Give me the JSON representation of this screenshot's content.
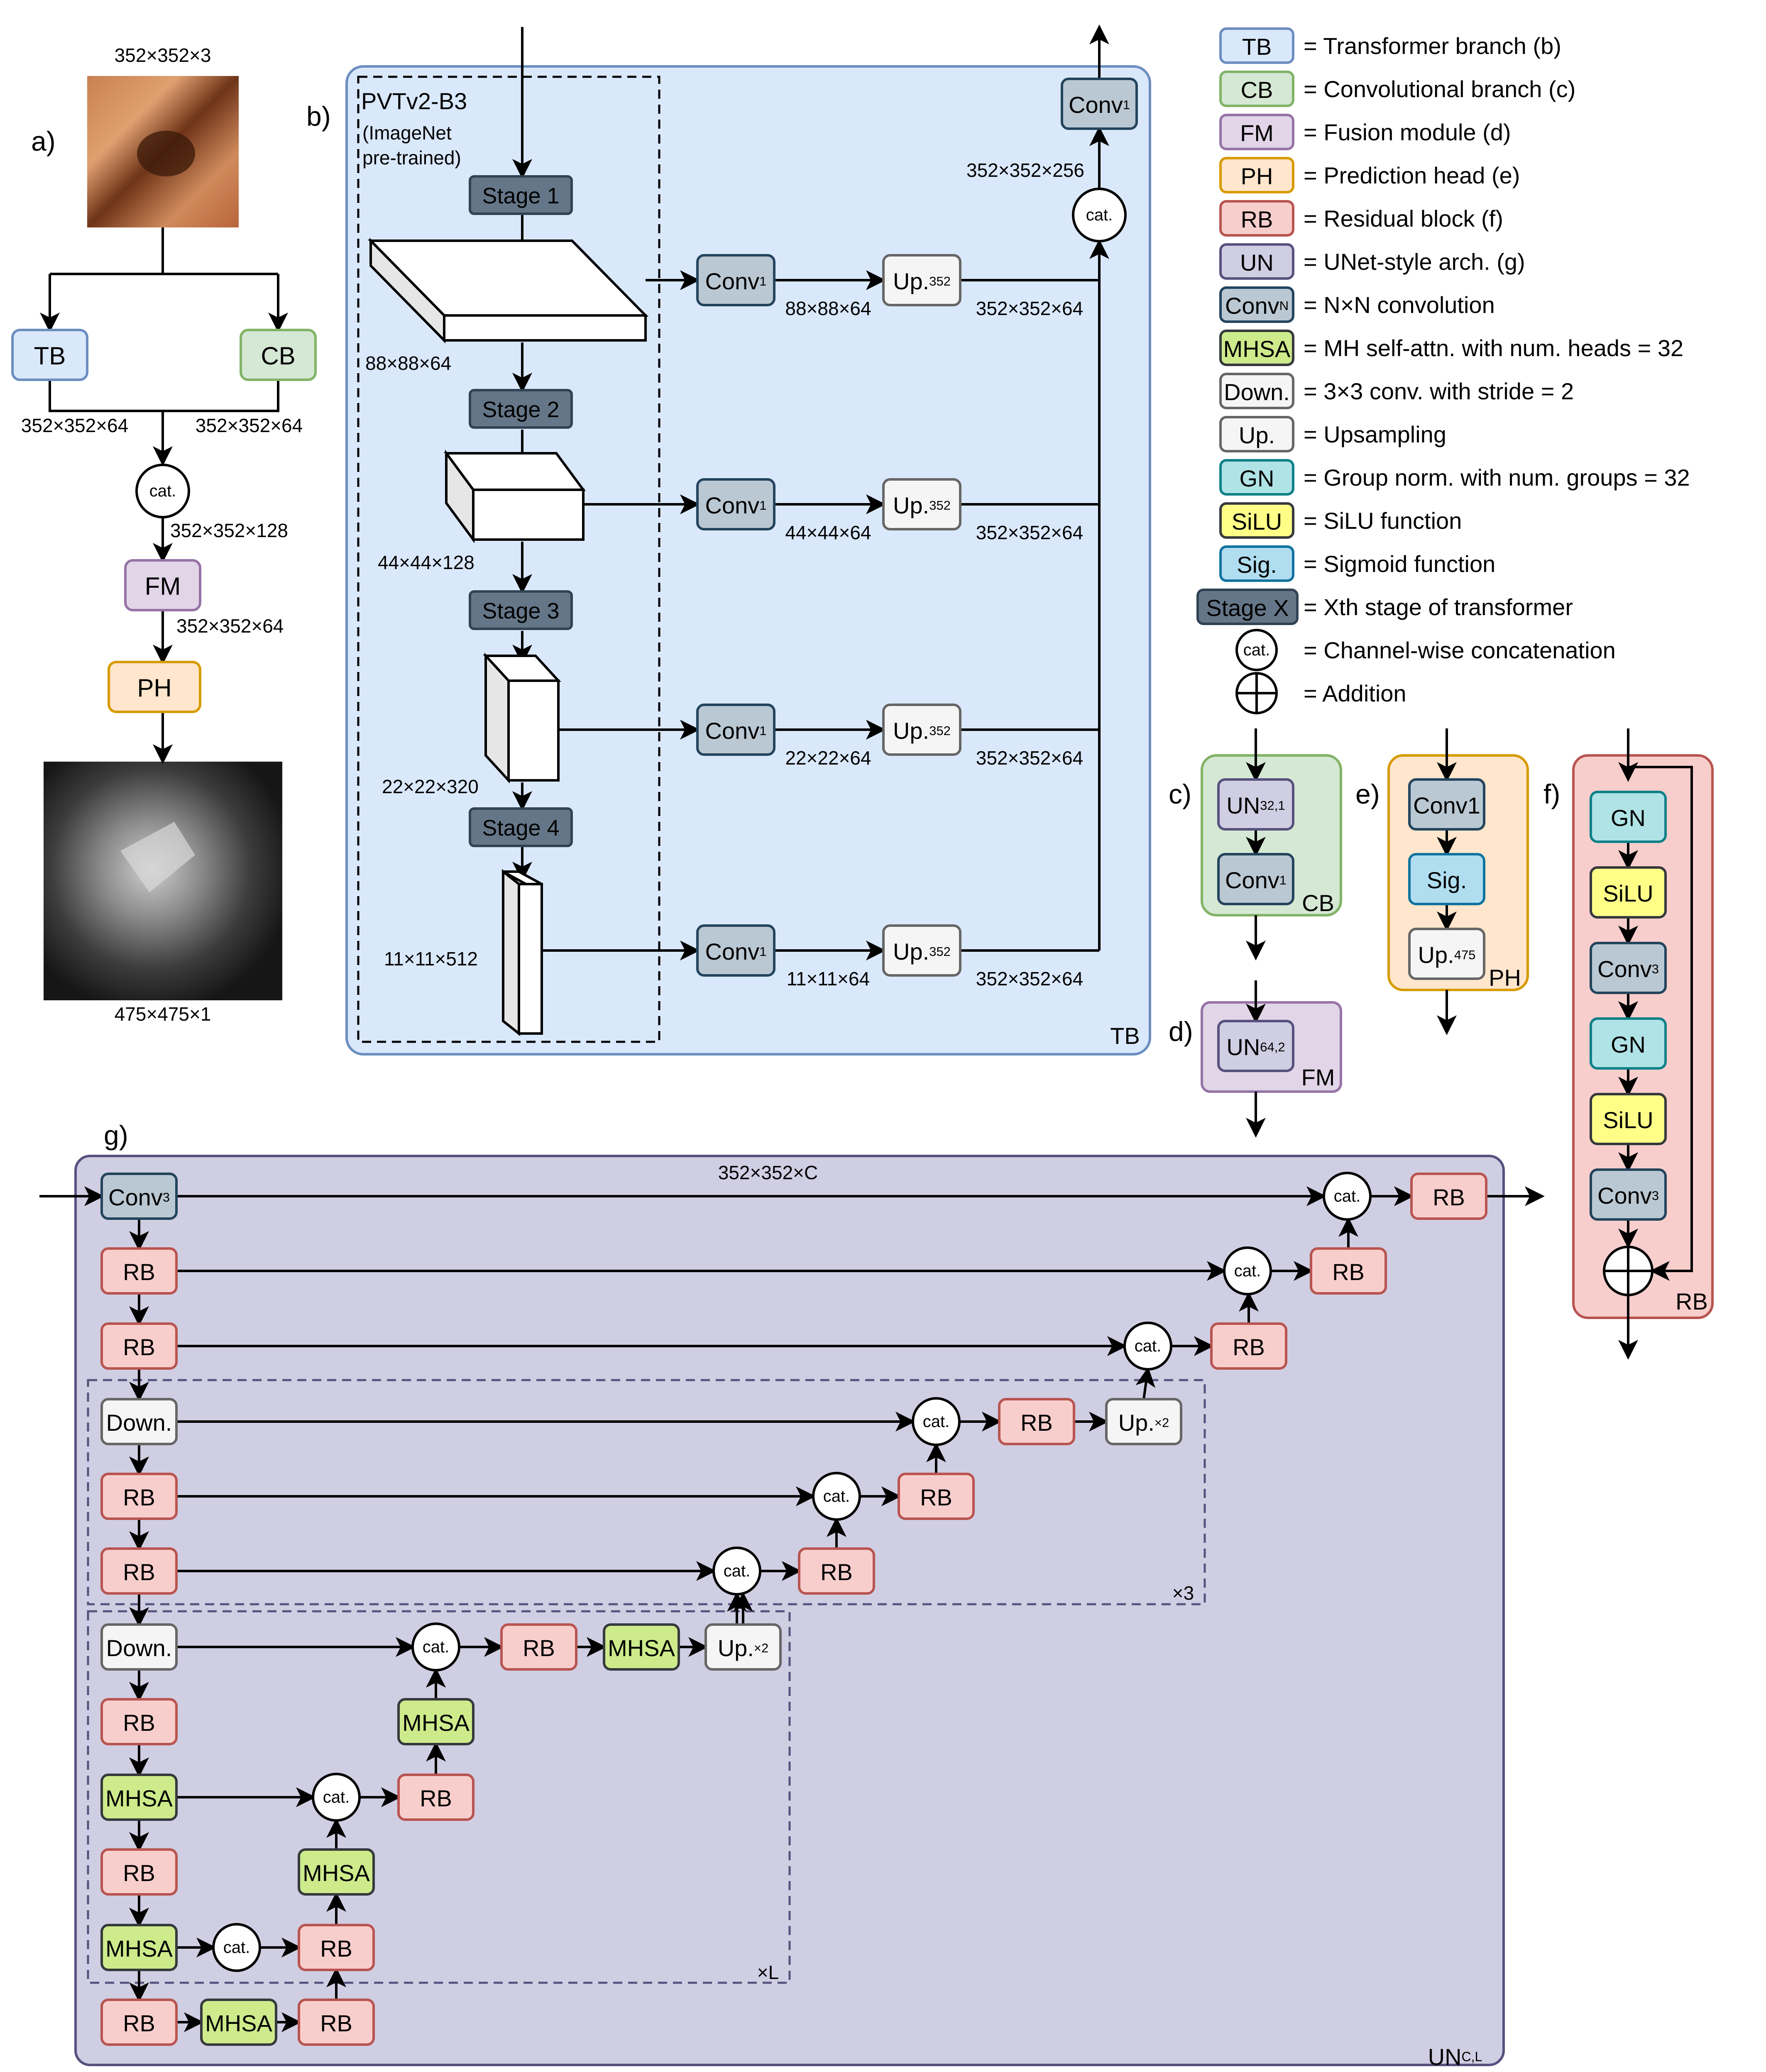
{
  "colors": {
    "TB": {
      "fill": "#dae8fc",
      "stroke": "#6c8ebf"
    },
    "CB": {
      "fill": "#d5e8d4",
      "stroke": "#82b366"
    },
    "FM": {
      "fill": "#e1d5e7",
      "stroke": "#9673a6"
    },
    "PH": {
      "fill": "#ffe6cc",
      "stroke": "#d79b00"
    },
    "RB": {
      "fill": "#f8cecc",
      "stroke": "#b85450"
    },
    "UN": {
      "fill": "#d0cee2",
      "stroke": "#56517e"
    },
    "CONV": {
      "fill": "#bac8d3",
      "stroke": "#23445d"
    },
    "MHSA": {
      "fill": "#cdeb8b",
      "stroke": "#36393d"
    },
    "DOWN": {
      "fill": "#f5f5f5",
      "stroke": "#666666"
    },
    "UP": {
      "fill": "#f5f5f5",
      "stroke": "#666666"
    },
    "GN": {
      "fill": "#b0e3e6",
      "stroke": "#0e8088"
    },
    "SILU": {
      "fill": "#ffff88",
      "stroke": "#36393d"
    },
    "SIG": {
      "fill": "#b1ddf0",
      "stroke": "#10739e"
    },
    "STAGE": {
      "fill": "#647687",
      "stroke": "#314354"
    }
  },
  "legend": [
    {
      "key": "TB",
      "label": "TB",
      "text": "= Transformer branch (b)"
    },
    {
      "key": "CB",
      "label": "CB",
      "text": "= Convolutional branch (c)"
    },
    {
      "key": "FM",
      "label": "FM",
      "text": "= Fusion module (d)"
    },
    {
      "key": "PH",
      "label": "PH",
      "text": "= Prediction head (e)"
    },
    {
      "key": "RB",
      "label": "RB",
      "text": "= Residual block (f)"
    },
    {
      "key": "UN",
      "label": "UN",
      "text": "= UNet-style arch. (g)"
    },
    {
      "key": "CONV",
      "label": "Conv",
      "sub": "N",
      "text": "= N×N convolution"
    },
    {
      "key": "MHSA",
      "label": "MHSA",
      "text": "= MH self-attn. with num. heads = 32"
    },
    {
      "key": "DOWN",
      "label": "Down.",
      "text": "= 3×3 conv. with stride = 2"
    },
    {
      "key": "UP",
      "label": "Up.",
      "text": "= Upsampling"
    },
    {
      "key": "GN",
      "label": "GN",
      "text": "= Group norm. with num. groups = 32"
    },
    {
      "key": "SILU",
      "label": "SiLU",
      "text": "= SiLU function"
    },
    {
      "key": "SIG",
      "label": "Sig.",
      "text": "= Sigmoid function"
    },
    {
      "key": "STAGE",
      "label": "Stage X",
      "text": "= Xth stage of transformer"
    },
    {
      "key": "CAT",
      "label": "cat.",
      "text": "= Channel-wise concatenation"
    },
    {
      "key": "ADD",
      "label": "",
      "text": "= Addition"
    }
  ],
  "panel_a": {
    "label": "a)",
    "input_dim": "352×352×3",
    "tb": "TB",
    "cb": "CB",
    "tb_dim": "352×352×64",
    "cb_dim": "352×352×64",
    "cat": "cat.",
    "cat_dim": "352×352×128",
    "fm": "FM",
    "fm_dim": "352×352×64",
    "ph": "PH",
    "output_dim": "475×475×1"
  },
  "panel_b": {
    "label": "b)",
    "backbone": "PVTv2-B3",
    "pretrained_1": "(ImageNet",
    "pretrained_2": "pre-trained)",
    "corner": "TB",
    "stages": [
      {
        "label": "Stage 1",
        "feat": "88×88×64",
        "conv": "Conv",
        "conv_sub": "1",
        "up": "Up.",
        "up_sub": "352",
        "mid": "88×88×64",
        "out": "352×352×64"
      },
      {
        "label": "Stage 2",
        "feat": "44×44×128",
        "conv": "Conv",
        "conv_sub": "1",
        "up": "Up.",
        "up_sub": "352",
        "mid": "44×44×64",
        "out": "352×352×64"
      },
      {
        "label": "Stage 3",
        "feat": "22×22×320",
        "conv": "Conv",
        "conv_sub": "1",
        "up": "Up.",
        "up_sub": "352",
        "mid": "22×22×64",
        "out": "352×352×64"
      },
      {
        "label": "Stage 4",
        "feat": "11×11×512",
        "conv": "Conv",
        "conv_sub": "1",
        "up": "Up.",
        "up_sub": "352",
        "mid": "11×11×64",
        "out": "352×352×64"
      }
    ],
    "cat": "cat.",
    "cat_dim": "352×352×256",
    "final_conv": "Conv",
    "final_conv_sub": "1"
  },
  "panel_c": {
    "label": "c)",
    "un": "UN",
    "un_sub": "32,1",
    "conv": "Conv",
    "conv_sub": "1",
    "corner": "CB"
  },
  "panel_d": {
    "label": "d)",
    "un": "UN",
    "un_sub": "64,2",
    "corner": "FM"
  },
  "panel_e": {
    "label": "e)",
    "conv": "Conv1",
    "sig": "Sig.",
    "up": "Up.",
    "up_sub": "475",
    "corner": "PH"
  },
  "panel_f": {
    "label": "f)",
    "gn1": "GN",
    "silu1": "SiLU",
    "conv1": "Conv",
    "conv1_sub": "3",
    "gn2": "GN",
    "silu2": "SiLU",
    "conv2": "Conv",
    "conv2_sub": "3",
    "corner": "RB"
  },
  "panel_g": {
    "label": "g)",
    "top_dim": "352×352×C",
    "conv": "Conv",
    "conv_sub": "3",
    "rb": "RB",
    "down": "Down.",
    "up": "Up.",
    "up_sub": "×2",
    "mhsa": "MHSA",
    "cat": "cat.",
    "mult_3": "×3",
    "mult_L": "×L",
    "corner": "UN",
    "corner_sub": "C,L"
  }
}
